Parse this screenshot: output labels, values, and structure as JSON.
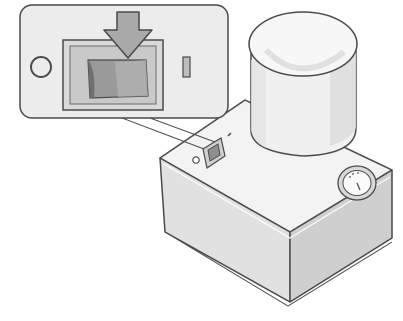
{
  "figure": {
    "subject": "tyre-inflation-compressor",
    "callout": {
      "shows": "power-switch",
      "arrow": "press-down"
    },
    "parts": [
      "sealant-bottle",
      "compressor-housing",
      "power-switch",
      "indicator-light",
      "pressure-gauge"
    ],
    "colors": {
      "outline": "#4a4a4a",
      "surface_light": "#f2f2f2",
      "surface_mid": "#dcdcdc",
      "surface_dark": "#bdbdbd",
      "callout_fill": "#e8e8e8",
      "arrow_fill": "#a9a9a9"
    }
  }
}
